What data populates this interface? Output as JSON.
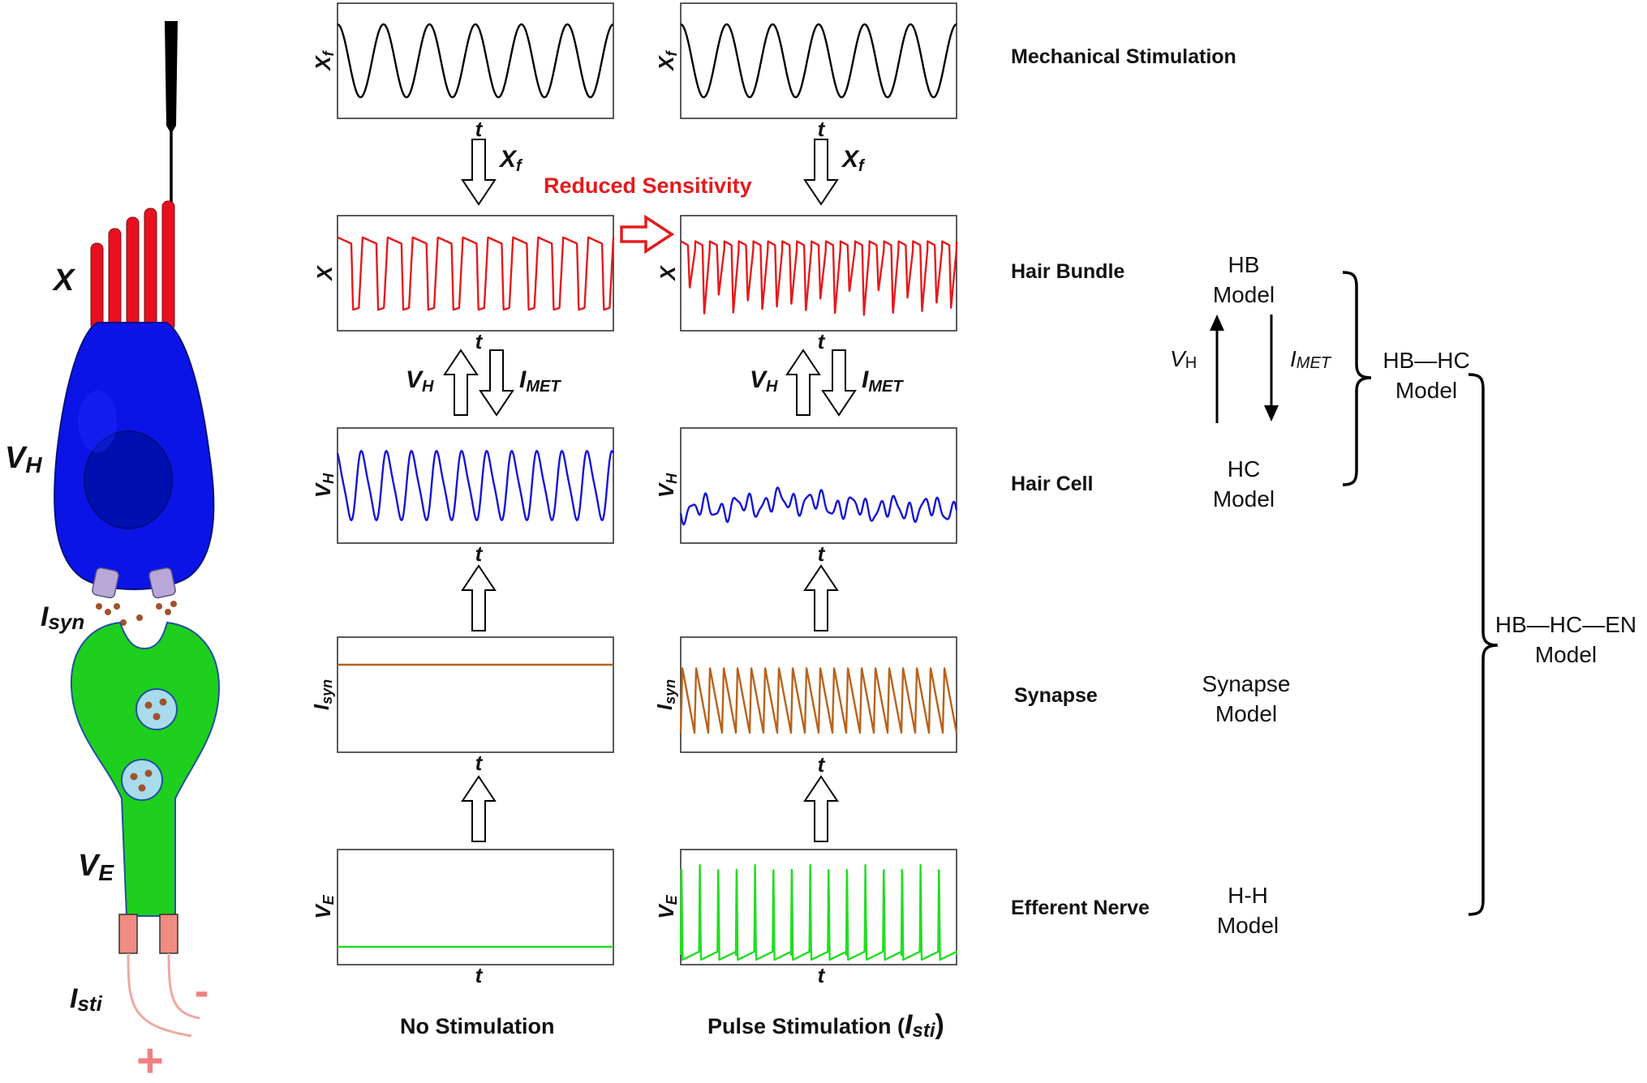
{
  "colors": {
    "mechanical": "#000000",
    "hair_bundle": "#e41a1c",
    "hair_cell": "#1515d6",
    "synapse": "#b8621b",
    "efferent": "#22dd22",
    "cell_body": "#0a14e6",
    "stereocilia": "#e8101e",
    "nerve": "#1ecf1e",
    "annotation_red": "#e41a1c"
  },
  "cell_labels": {
    "x": "X",
    "vh_v": "V",
    "vh_sub": "H",
    "isyn_i": "I",
    "isyn_sub": "syn",
    "ve_v": "V",
    "ve_sub": "E",
    "isti_i": "I",
    "isti_sub": "sti",
    "minus": "-",
    "plus": "+"
  },
  "columns": {
    "left_title": "No Stimulation",
    "right_title_prefix": "Pulse Stimulation (",
    "right_title_i": "I",
    "right_title_sub": "sti",
    "right_title_suffix": ")"
  },
  "annotation": {
    "reduced_sensitivity": "Reduced Sensitivity"
  },
  "axis": {
    "t": "t"
  },
  "panel_ylabels": {
    "xf": "X",
    "xf_sub": "f",
    "x": "X",
    "vh": "V",
    "vh_sub": "H",
    "isyn": "I",
    "isyn_sub": "syn",
    "ve": "V",
    "ve_sub": "E"
  },
  "arrow_labels": {
    "xf": "X",
    "xf_sub": "f",
    "vh": "V",
    "vh_sub": "H",
    "imet": "I",
    "imet_sub": "MET"
  },
  "rows": {
    "mechanical": "Mechanical Stimulation",
    "hair_bundle": "Hair Bundle",
    "hair_cell": "Hair Cell",
    "synapse": "Synapse",
    "efferent": "Efferent Nerve"
  },
  "models": {
    "hb_line1": "HB",
    "hb_line2": "Model",
    "hc_line1": "HC",
    "hc_line2": "Model",
    "synapse_line1": "Synapse",
    "synapse_line2": "Model",
    "hh_line1": "H-H",
    "hh_line2": "Model",
    "vh": "V",
    "vh_sub": "H",
    "imet": "I",
    "imet_sub": "MET",
    "hbhc_line1": "HB—HC",
    "hbhc_line2": "Model",
    "hbhcen_line1": "HB—HC—EN",
    "hbhcen_line2": "Model"
  }
}
